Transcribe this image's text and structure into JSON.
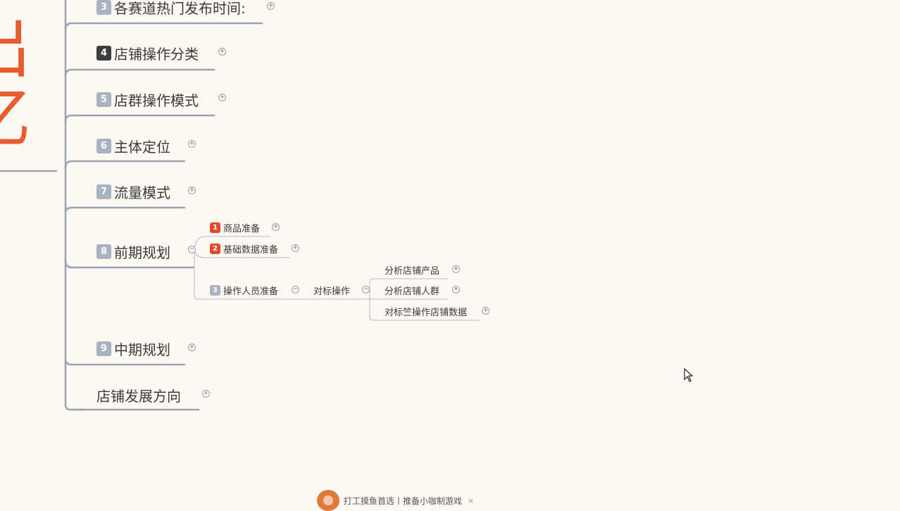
{
  "root": {
    "chars": [
      "出",
      "亿"
    ],
    "color": "#e85c2e"
  },
  "colors": {
    "line": "#9aa3b0",
    "badge_gray": "#a9b2c0",
    "badge_dark": "#3d3d3d",
    "badge_red": "#e04b2a"
  },
  "main_topics": [
    {
      "num": "3",
      "label": "各赛道热门发布时间:",
      "badge": "gray"
    },
    {
      "num": "4",
      "label": "店铺操作分类",
      "badge": "dark"
    },
    {
      "num": "5",
      "label": "店群操作模式",
      "badge": "gray"
    },
    {
      "num": "6",
      "label": "主体定位",
      "badge": "gray"
    },
    {
      "num": "7",
      "label": "流量模式",
      "badge": "gray"
    },
    {
      "num": "8",
      "label": "前期规划",
      "badge": "gray"
    },
    {
      "num": "9",
      "label": "中期规划",
      "badge": "gray"
    },
    {
      "num": "",
      "label": "店铺发展方向",
      "badge": "none"
    }
  ],
  "early_planning_children": [
    {
      "num": "1",
      "label": "商品准备",
      "badge": "red"
    },
    {
      "num": "2",
      "label": "基础数据准备",
      "badge": "red"
    },
    {
      "num": "3",
      "label": "操作人员准备",
      "badge": "gray"
    }
  ],
  "operator_child": {
    "label": "对标操作"
  },
  "benchmark_children": [
    {
      "label": "分析店铺产品"
    },
    {
      "label": "分析店铺人群"
    },
    {
      "label": "对标竺操作店铺数据"
    }
  ],
  "toggles": {
    "expand": "+",
    "collapse": "−"
  },
  "ad_banner": {
    "text": "打工摸鱼首选丨推备小咖制游戏",
    "close": "×"
  }
}
